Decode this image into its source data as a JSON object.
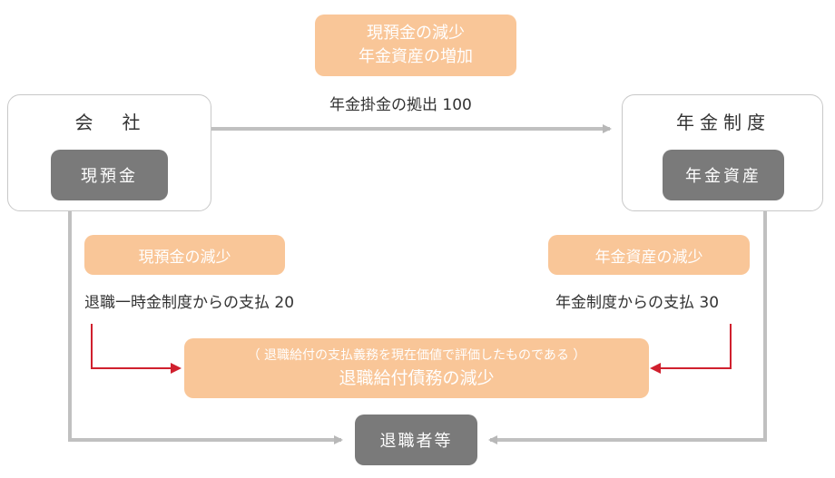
{
  "top_note": {
    "line1": "現預金の減少",
    "line2": "年金資産の増加"
  },
  "company": {
    "title": "会　社",
    "asset": "現預金"
  },
  "pension": {
    "title": "年金制度",
    "asset": "年金資産"
  },
  "flow_contribution": "年金掛金の拠出 100",
  "left_note": "現預金の減少",
  "left_flow": "退職一時金制度からの支払 20",
  "right_note": "年金資産の減少",
  "right_flow": "年金制度からの支払 30",
  "center_note": {
    "line1": "（ 退職給付の支払義務を現在価値で評価したものである ）",
    "line2": "退職給付債務の減少"
  },
  "retirees": "退職者等",
  "colors": {
    "peach": "#f9c698",
    "gray_box": "#7a7a7a",
    "gray_line": "#c0c0c0",
    "red_line": "#d0202e"
  }
}
